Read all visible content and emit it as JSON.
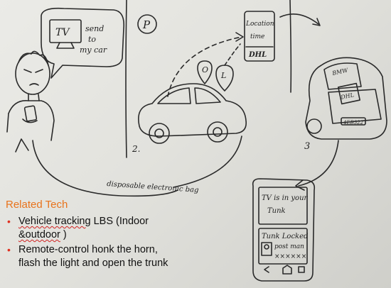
{
  "sketch": {
    "tv_label": "TV",
    "tv_caption": [
      "send",
      "to",
      "my car"
    ],
    "parking_sign": "P",
    "location_box": [
      "Location",
      "time",
      "DHL"
    ],
    "pin_left": "O",
    "pin_right": "L",
    "panel2_number": "2.",
    "panel3_number": "3",
    "truck_brand": "BMW",
    "trunk_box": "DHL",
    "plate": "4EB322",
    "bag_label": "disposable electronic bag",
    "phone_message": [
      "TV is in your",
      "Tunk"
    ],
    "phone_status": "Tunk Locked",
    "phone_contact": [
      "post man",
      "××××××"
    ]
  },
  "related": {
    "title": "Related Tech",
    "items": [
      {
        "pre": "",
        "wavy": "Vehicle tracking",
        "post": " LBS (Indoor"
      },
      {
        "pre": "",
        "wavy": "&outdoor",
        "post": " )"
      },
      {
        "pre": "Remote-control  honk the horn,",
        "wavy": "",
        "post": ""
      },
      {
        "pre": "flash the light and open the trunk",
        "wavy": "",
        "post": ""
      }
    ],
    "bullet_color": "#e03020",
    "title_color": "#e8731c"
  }
}
